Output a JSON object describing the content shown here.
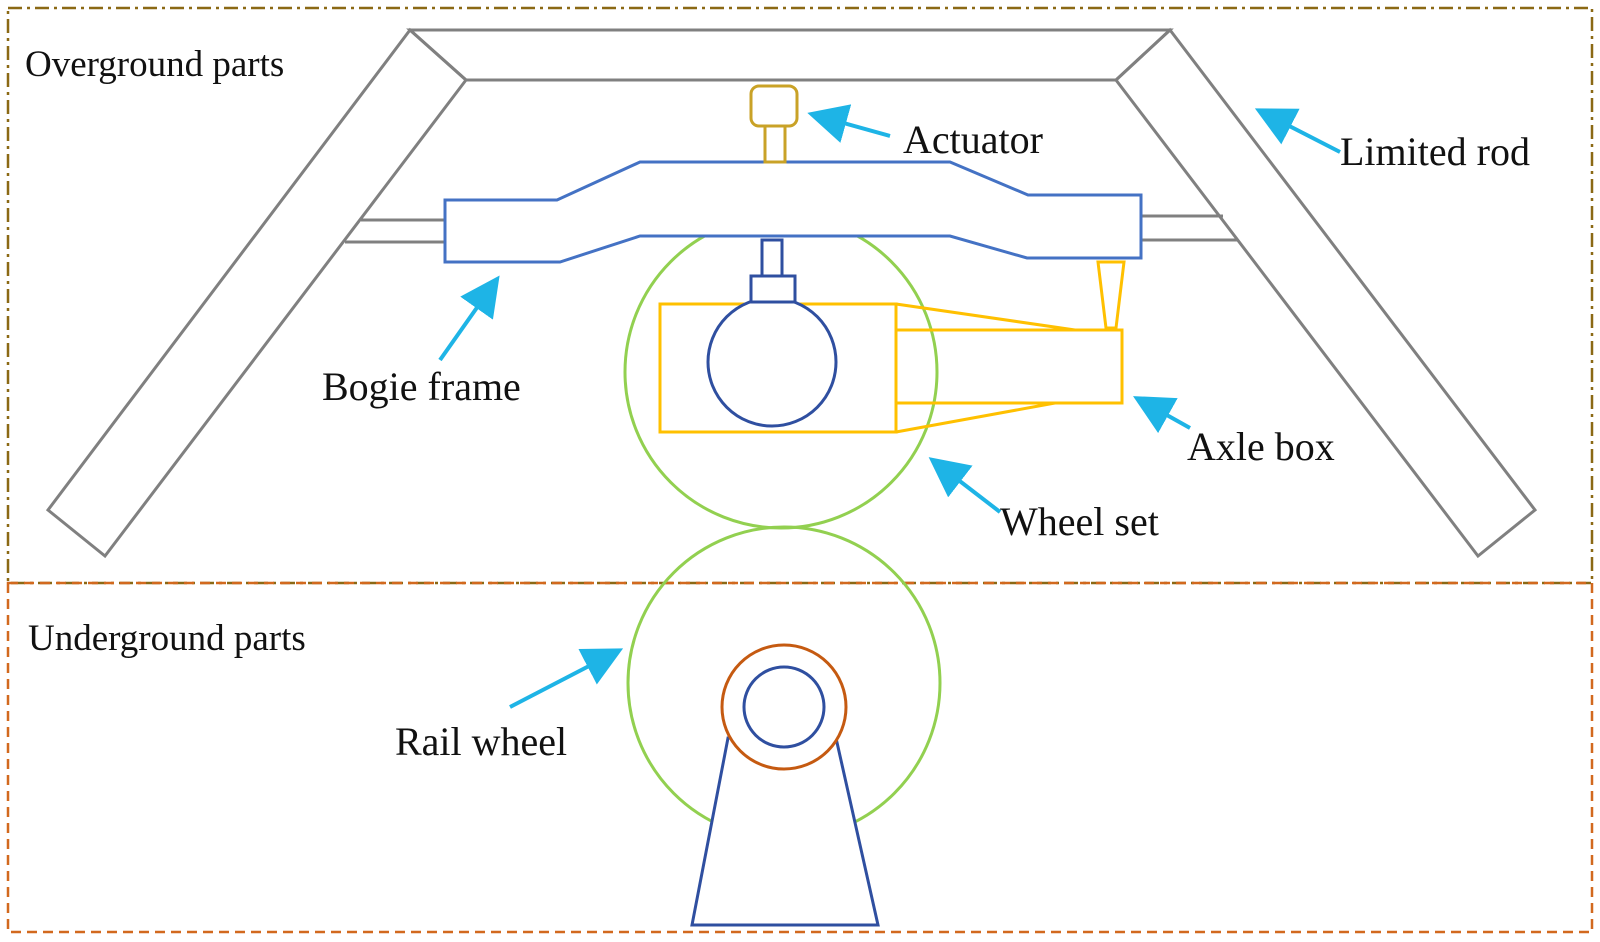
{
  "zones": {
    "overground": {
      "label": "Overground parts",
      "border_color": "#8B6914"
    },
    "underground": {
      "label": "Underground parts",
      "border_color": "#D2691E"
    }
  },
  "components": {
    "actuator": "Actuator",
    "limited_rod": "Limited rod",
    "bogie_frame": "Bogie frame",
    "axle_box": "Axle box",
    "wheel_set": "Wheel set",
    "rail_wheel": "Rail wheel"
  },
  "colors": {
    "frame_gray": "#808080",
    "bogie_blue": "#4472C4",
    "axle_yellow": "#FFC000",
    "actuator_gold": "#C9A227",
    "wheel_green": "#92D050",
    "hub_orange": "#C55A11",
    "pedestal_blue": "#2F4FA0",
    "arrow_cyan": "#1EB4E6"
  }
}
